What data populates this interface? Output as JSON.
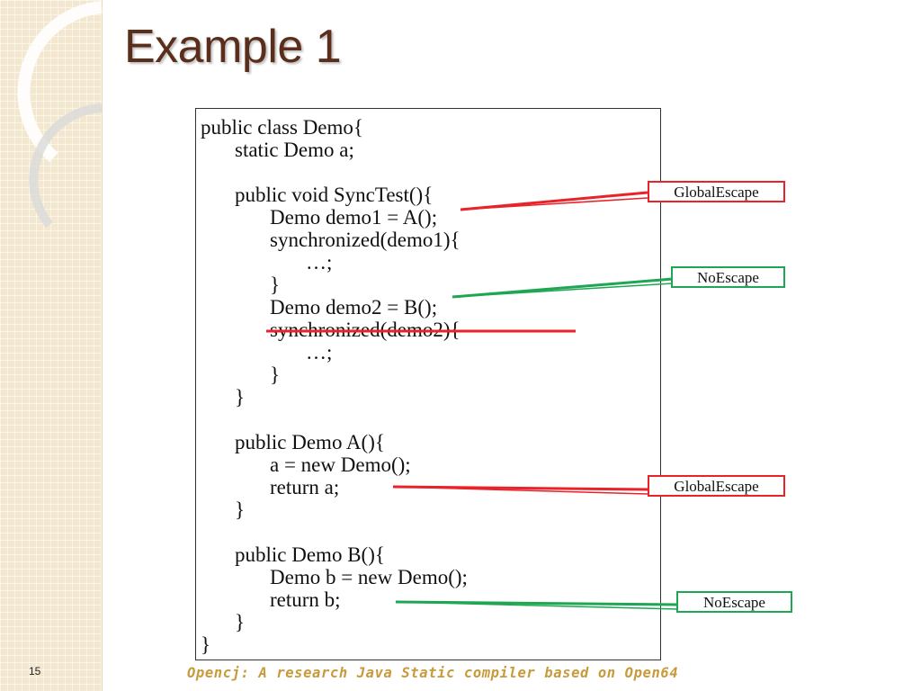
{
  "slide": {
    "title": "Example 1",
    "page_number": "15",
    "footer": "Opencj: A research Java Static compiler based on Open64"
  },
  "code": {
    "lines": [
      {
        "text": "public class Demo{",
        "indent": 0
      },
      {
        "text": "static Demo a;",
        "indent": 1
      },
      {
        "text": "",
        "indent": 0
      },
      {
        "text": "public void SyncTest(){",
        "indent": 1
      },
      {
        "text": "Demo demo1 = A();",
        "indent": 2
      },
      {
        "text": "synchronized(demo1){",
        "indent": 2
      },
      {
        "text": "…;",
        "indent": 3
      },
      {
        "text": "}",
        "indent": 2
      },
      {
        "text": "Demo demo2 = B();",
        "indent": 2
      },
      {
        "text": "synchronized(demo2){",
        "indent": 2
      },
      {
        "text": "…;",
        "indent": 3
      },
      {
        "text": "}",
        "indent": 2
      },
      {
        "text": "}",
        "indent": 1
      },
      {
        "text": "",
        "indent": 0
      },
      {
        "text": "public Demo A(){",
        "indent": 1
      },
      {
        "text": "a = new Demo();",
        "indent": 2
      },
      {
        "text": "return a;",
        "indent": 2
      },
      {
        "text": "}",
        "indent": 1
      },
      {
        "text": "",
        "indent": 0
      },
      {
        "text": "public Demo B(){",
        "indent": 1
      },
      {
        "text": "Demo b = new Demo();",
        "indent": 2
      },
      {
        "text": "return b;",
        "indent": 2
      },
      {
        "text": "}",
        "indent": 1
      },
      {
        "text": "}",
        "indent": 0
      }
    ]
  },
  "annotations": [
    {
      "label": "GlobalEscape",
      "color": "#e8232a"
    },
    {
      "label": "NoEscape",
      "color": "#1fa653"
    },
    {
      "label": "GlobalEscape",
      "color": "#e8232a"
    },
    {
      "label": "NoEscape",
      "color": "#1fa653"
    }
  ],
  "colors": {
    "title": "#5a2e1a",
    "footer": "#c89a3c",
    "sidebar": "#f3e8cf",
    "escape_red": "#e8232a",
    "noescape_green": "#1fa653"
  }
}
